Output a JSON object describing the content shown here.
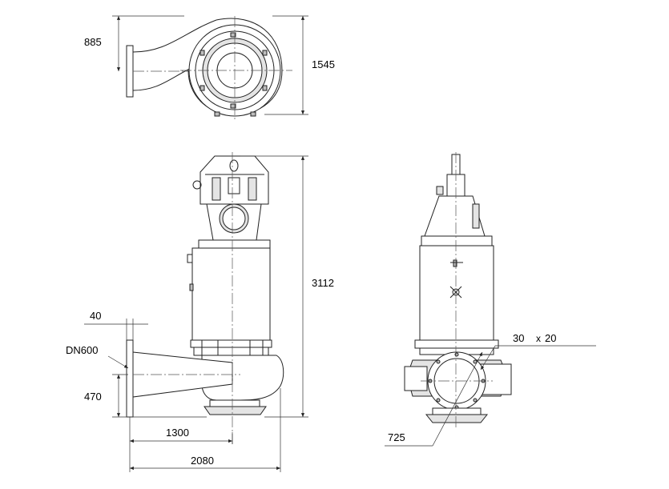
{
  "dimensions": {
    "top_height_left": "885",
    "top_height_right": "1545",
    "total_height": "3112",
    "flange_thickness": "40",
    "outlet_size": "DN600",
    "outlet_height": "470",
    "outlet_offset": "1300",
    "total_width": "2080",
    "hole_size": "30",
    "hole_size_sep": "x",
    "hole_size2": "20",
    "bolt_circle": "725"
  },
  "colors": {
    "line": "#222222",
    "fill": "#ffffff",
    "shade": "#e4e4e4"
  }
}
